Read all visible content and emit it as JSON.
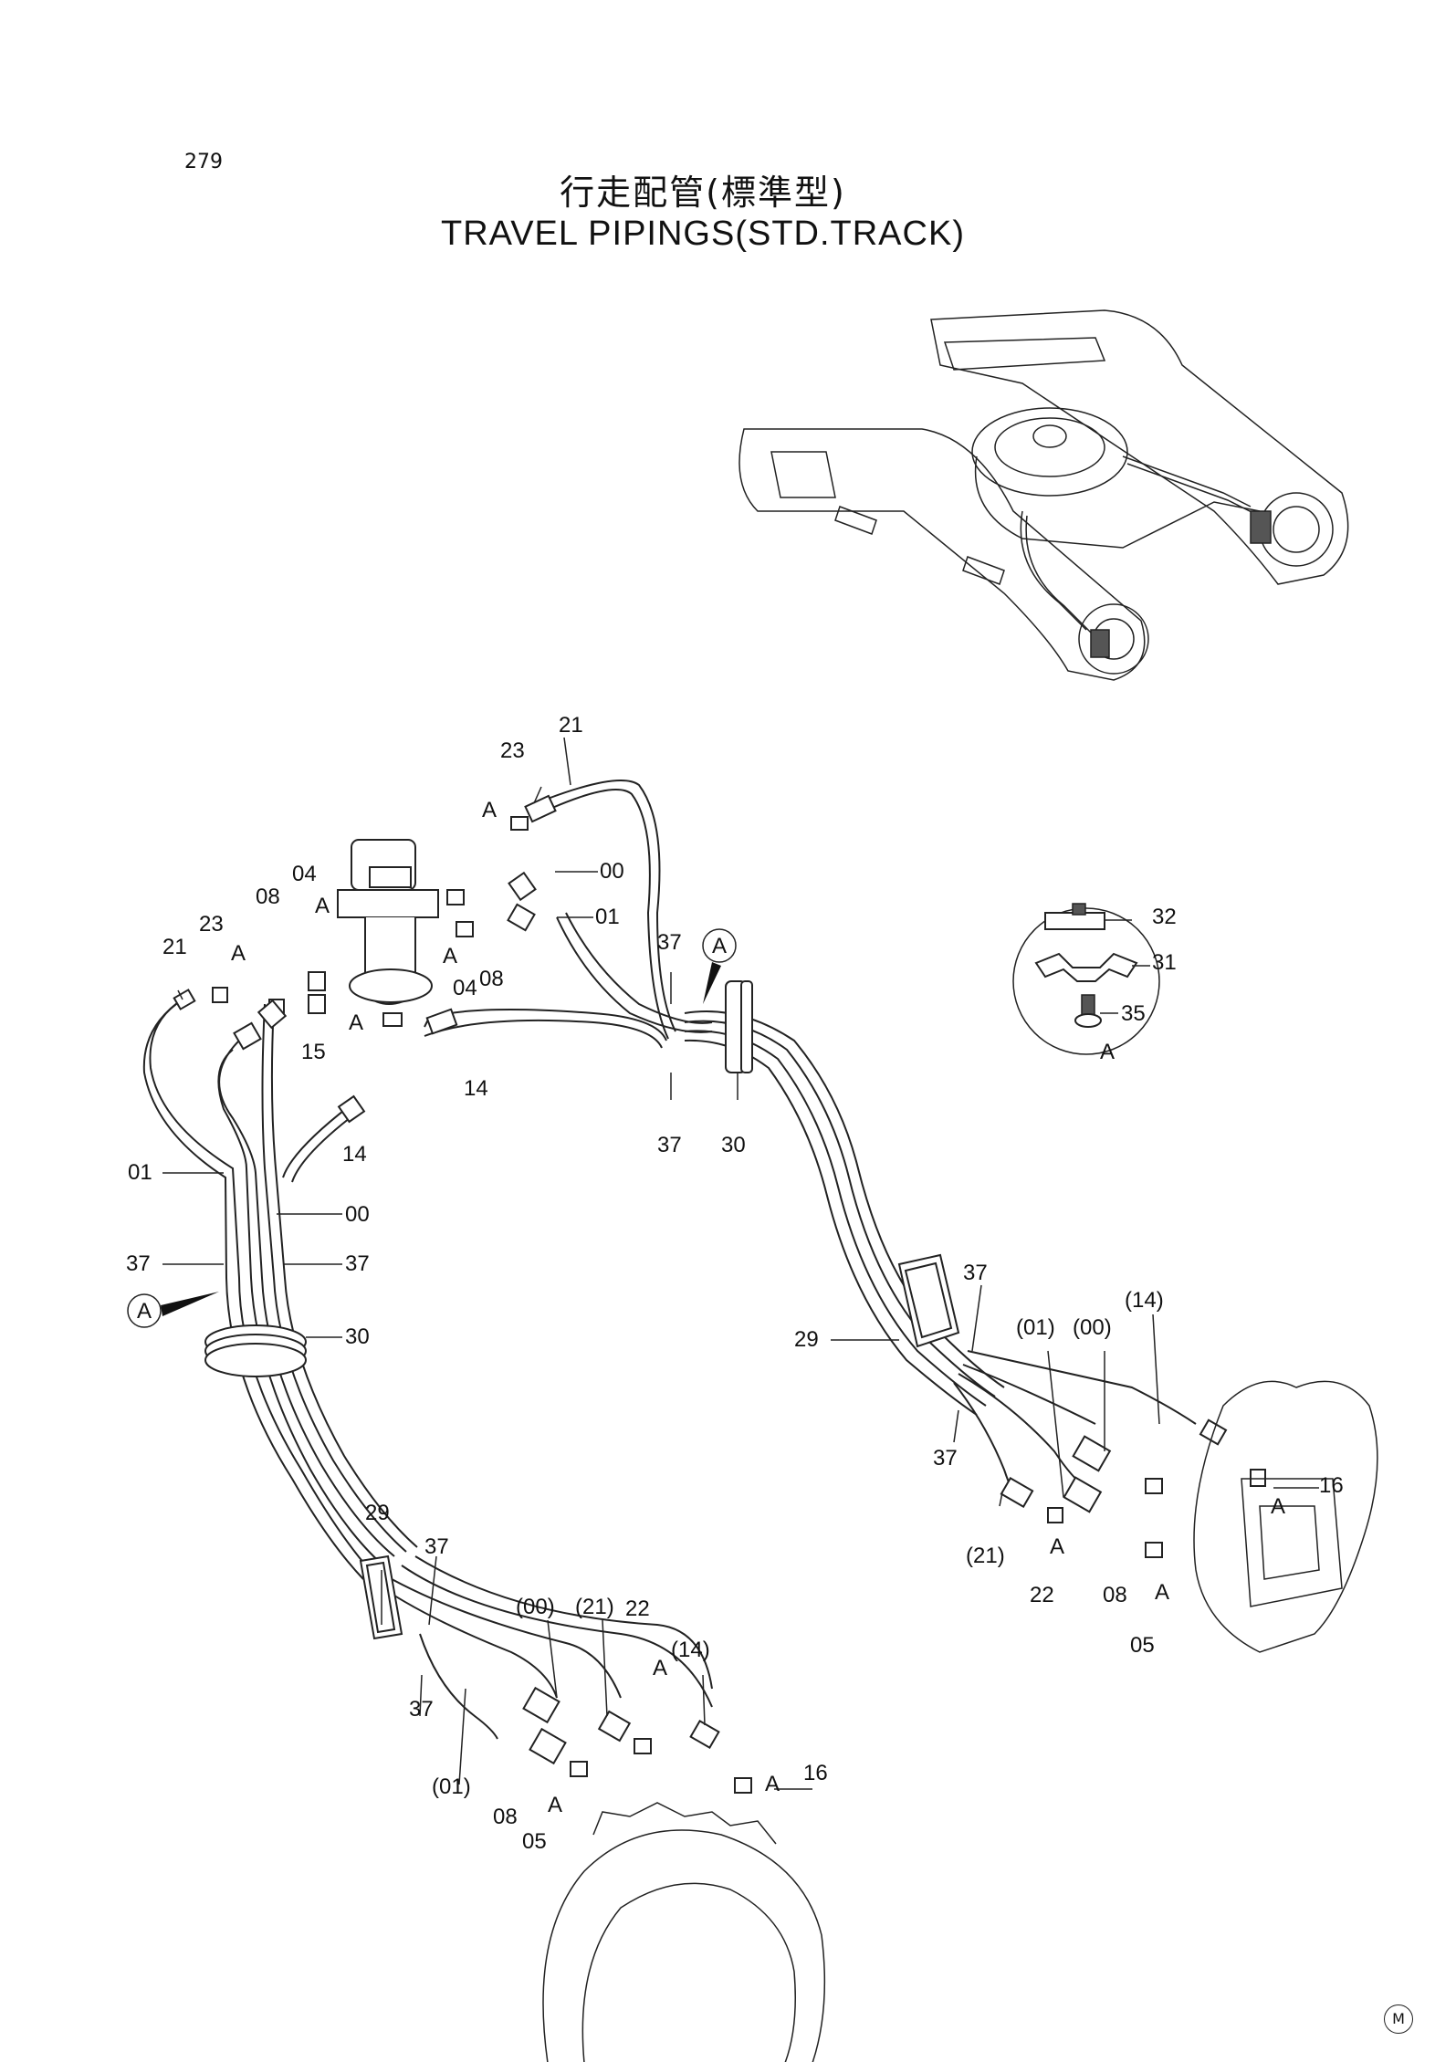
{
  "page_number": "279",
  "title_jp": "行走配管(標準型)",
  "title_en": "TRAVEL PIPINGS(STD.TRACK)",
  "corner_mark": "M",
  "detail_marker": "A",
  "callouts": {
    "c21a": "21",
    "c23a": "23",
    "cA1": "A",
    "c00a": "00",
    "c01a": "01",
    "c04a": "04",
    "cA2": "A",
    "c08a": "08",
    "c23b": "23",
    "cA3": "A",
    "c21b": "21",
    "cA4": "A",
    "c04b": "04",
    "c08b": "08",
    "cA5": "A",
    "c15": "15",
    "c14a": "14",
    "c14b": "14",
    "c37a": "37",
    "c37b": "37",
    "c30a": "30",
    "c01b": "01",
    "c00b": "00",
    "c37c": "37",
    "c37d": "37",
    "c30b": "30",
    "c32": "32",
    "c31": "31",
    "c35": "35",
    "cAdetail": "A",
    "c37e": "37",
    "c29a": "29",
    "c01p": "(01)",
    "c00p": "(00)",
    "c14p": "(14)",
    "c37f": "37",
    "c16a": "16",
    "cA6": "A",
    "c21p": "(21)",
    "cA7": "A",
    "c22a": "22",
    "c08c": "08",
    "cA8": "A",
    "c05a": "05",
    "c29b": "29",
    "c37g": "37",
    "c00p2": "(00)",
    "c21p2": "(21)",
    "c22b": "22",
    "cA9": "A",
    "c14p2": "(14)",
    "c37h": "37",
    "c16b": "16",
    "cA10": "A",
    "c01p2": "(01)",
    "c08d": "08",
    "cA11": "A",
    "c05b": "05"
  }
}
